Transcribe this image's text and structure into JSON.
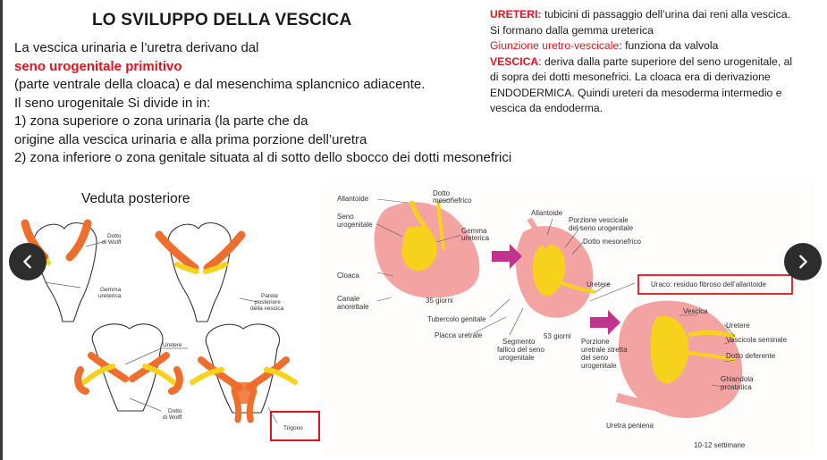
{
  "slide": {
    "title": "LO SVILUPPO DELLA VESCICA",
    "intro": {
      "line1": "La vescica urinaria e l’uretra derivano dal",
      "line2_red": "seno  urogenitale primitivo",
      "line3": "(parte ventrale della cloaca) e dal mesenchima splancnico adiacente.",
      "line4": "Il seno urogenitale Si divide in in:",
      "line5": "1) zona superiore o zona urinaria (la parte che da",
      "line6": "origine alla vescica urinaria e alla prima porzione dell’uretra",
      "line7": "2) zona inferiore o zona genitale  situata al di sotto dello sbocco dei dotti mesonefrici"
    },
    "notes": {
      "ureteri_label": "URETERI:",
      "ureteri_text": " tubicini di passaggio dell’urina dai reni alla vescica.",
      "ureteri_line2": "Si formano dalla gemma ureterica",
      "giunzione_label": "Giunzione uretro-vescicale",
      "giunzione_text": ": funziona da valvola",
      "vescica_label": "VESCICA",
      "vescica_text": ": deriva dalla parte superiore del seno urogenitale, al",
      "vescica_line2": "di sopra dei dotti mesonefrici. La cloaca era di derivazione",
      "vescica_line3": "ENDODERMICA. Quindi ureteri da mesoderma intermedio e",
      "vescica_line4": "vescica da endoderma."
    },
    "caption_left": "Veduta posteriore",
    "left_figure": {
      "dotto_wolff_top": [
        "Dotto",
        "di Wolff"
      ],
      "gemma_ureterica": [
        "Gemma",
        "ureterica"
      ],
      "parete_posteriore": [
        "Parete",
        "posteriore",
        "della vescica"
      ],
      "uretere": "Uretere",
      "dotto_wolff_bottom": [
        "Dotto",
        "di Wolff"
      ],
      "trigono": "Trigono"
    },
    "right_figure": {
      "allantoide": "Allantoide",
      "dotto_mesonefrico_top": [
        "Dotto",
        "mesonefrico"
      ],
      "seno_urogenitale": [
        "Seno",
        "urogenitale"
      ],
      "gemma_ureterica": [
        "Gemma",
        "ureterica"
      ],
      "cloaca": "Cloaca",
      "canale_anorettale": [
        "Canale",
        "anorettale"
      ],
      "giorni_35": "35 giorni",
      "tubercolo_genitale": "Tubercolo genitale",
      "placca_uretrale": "Placca uretrale",
      "allantoide2": "Allantoide",
      "porzione_vescicale": [
        "Porzione vescicale",
        "del seno urogenitale"
      ],
      "dotto_mesonefrico2": "Dotto mesonefrico",
      "uretere_mid": "Uretere",
      "uraco": "Uraco: residuo fibroso dell’allantoide",
      "giorni_53": "53 giorni",
      "segmento_fallico": [
        "Segmento",
        "fallico del seno",
        "urogenitale"
      ],
      "porzione_uretrale": [
        "Porzione",
        "uretrale stretta",
        "del seno",
        "urogenitale"
      ],
      "vescica": "Vescica",
      "uretere": "Uretere",
      "vescicola_seminale": "Vescicola seminale",
      "dotto_deferente": "Dotto deferente",
      "ghiandola_prostatica": [
        "Ghiandola",
        "prostatica"
      ],
      "uretra_peniena": "Uretra peniena",
      "settimane": "10-12 settimane"
    }
  },
  "nav": {
    "prev_icon": "chevron-left-icon",
    "next_icon": "chevron-right-icon"
  },
  "colors": {
    "accent_red": "#e0141e",
    "tissue_pink": "#f4a3a3",
    "yellow": "#f6d21c",
    "orange": "#ee6f2d"
  }
}
